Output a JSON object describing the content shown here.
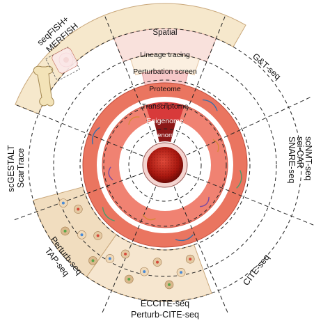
{
  "layers": {
    "spatial": "Spatial",
    "lineage_tracing": "Lineage tracing",
    "perturbation_screen": "Perturbation screen",
    "proteome": "Proteome",
    "transcriptome": "Transcriptome",
    "epigenome": "Epigenome",
    "genome": "Genome"
  },
  "methods": {
    "seqfish_line1": "seqFISH+",
    "seqfish_line2": "MERFISH",
    "gt_seq": "G&T-seq",
    "scnmt_line1": "scNMT-seq",
    "scnmt_line2": "sci-CAR",
    "scnmt_line3": "SNARE-seq",
    "cite_seq": "CITE-seq",
    "eccite_line1": "ECCITE-seq",
    "eccite_line2": "Perturb-CITE-seq",
    "perturb_line1": "Perturb-seq",
    "perturb_line2": "TAP-seq",
    "gestalt_line1": "scGESTALT",
    "gestalt_line2": "ScarTrace"
  },
  "colors": {
    "spatial_fill": "#f6e8cc",
    "lineage_fill": "#f9e1dc",
    "perturb_fill": "#f7eedd",
    "proteome_fill": "#f7c8c8",
    "transcriptome_fill": "#ea7560",
    "epigenome_fill": "#d83a3a",
    "genome_fill": "#8c1818",
    "core_fill": "#b51e16"
  }
}
